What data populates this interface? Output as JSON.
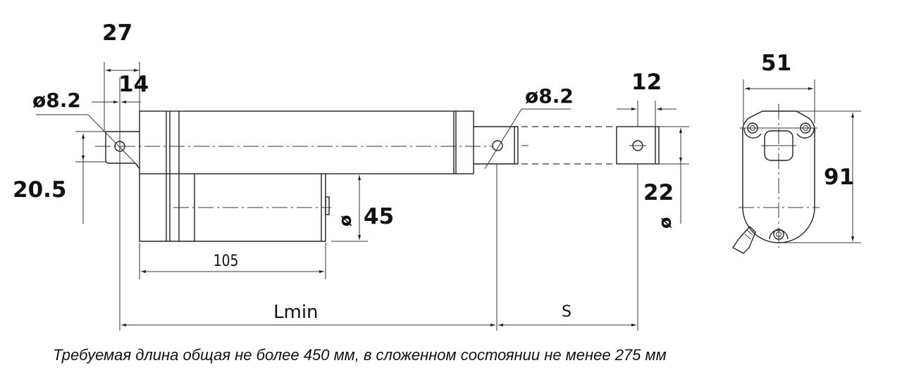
{
  "drawing": {
    "dimensions": {
      "rear_clevis_length": "27",
      "rear_clevis_pin_offset": "14",
      "rear_pin_diameter": "ø8.2",
      "rear_clevis_height": "20.5",
      "motor_length": "105",
      "motor_diameter_symbol": "ø",
      "motor_diameter": "45",
      "front_pin_diameter": "ø8.2",
      "rod_end_width": "12",
      "rod_diameter": "22",
      "rod_diameter_symbol": "ø",
      "retracted_length": "Lmin",
      "stroke": "S",
      "end_view_width": "51",
      "end_view_height": "91"
    }
  },
  "caption": "Требуемая длина общая не более 450 мм, в сложенном состоянии не менее 275 мм"
}
